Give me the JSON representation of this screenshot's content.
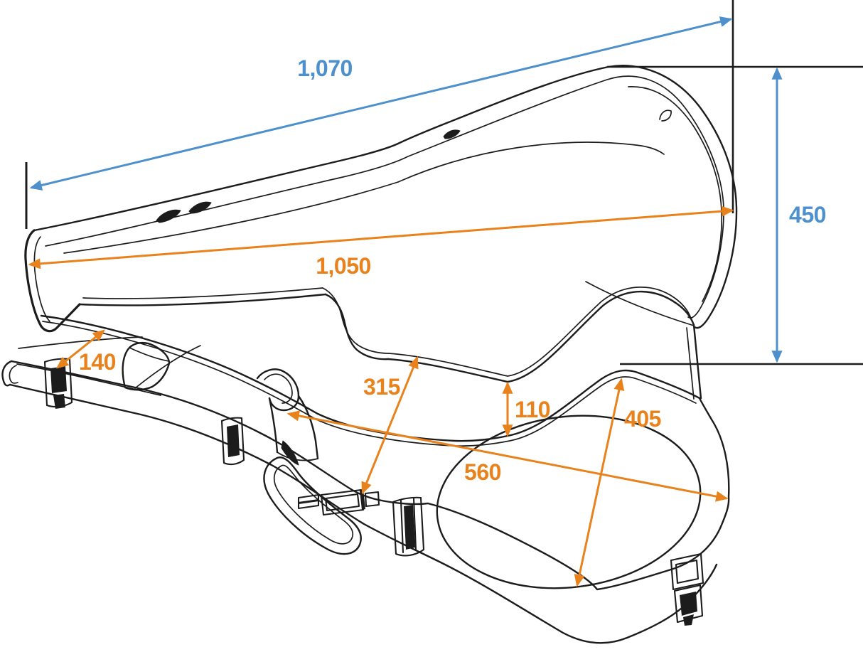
{
  "colors": {
    "dimension_blue": "#4E90CC",
    "dimension_orange": "#E8821C",
    "drawing_black": "#1C1C1C",
    "background": "#FFFFFF"
  },
  "dimensions": {
    "overall_length": {
      "label": "1,070",
      "color": "blue"
    },
    "case_height": {
      "label": "450",
      "color": "blue"
    },
    "interior_length": {
      "label": "1,050",
      "color": "orange"
    },
    "neck_compartment_width": {
      "label": "140",
      "color": "orange"
    },
    "waist_width": {
      "label": "315",
      "color": "orange"
    },
    "shell_gap": {
      "label": "110",
      "color": "orange"
    },
    "lower_bout_length": {
      "label": "560",
      "color": "orange"
    },
    "lower_bout_width": {
      "label": "405",
      "color": "orange"
    }
  }
}
